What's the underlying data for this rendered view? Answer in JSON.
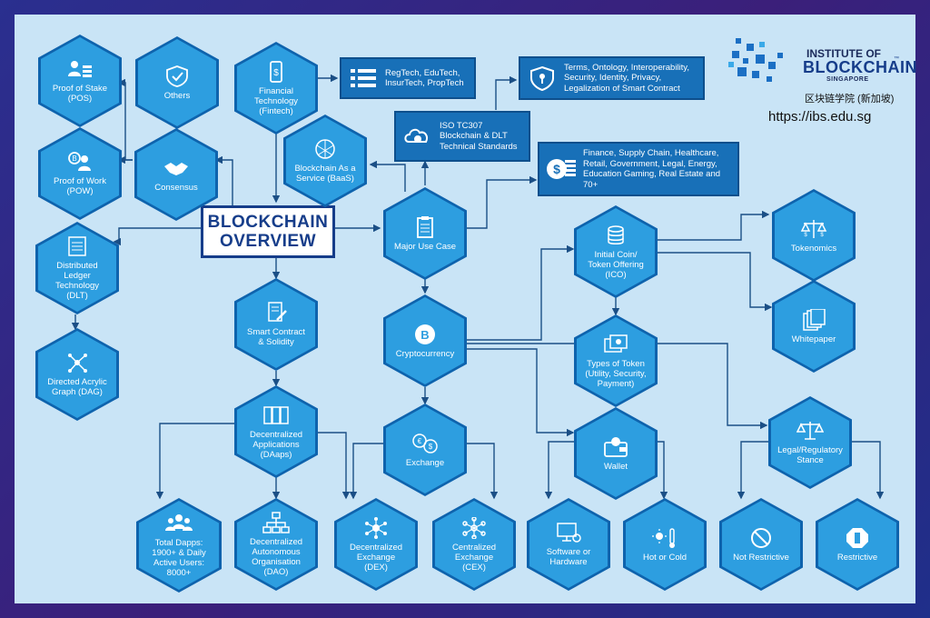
{
  "title": {
    "line1": "BLOCKCHAIN",
    "line2": "OVERVIEW"
  },
  "logo": {
    "line1": "INSTITUTE OF",
    "line2": "BLOCKCHAIN",
    "line3": "SINGAPORE",
    "chinese": "区块链学院 (新加坡)",
    "url": "https://ibs.edu.sg",
    "tm": "™"
  },
  "nodes": {
    "proof_of_stake": "Proof of Stake (POS)",
    "others": "Others",
    "proof_of_work": "Proof of Work (POW)",
    "consensus": "Consensus",
    "fintech": "Financial Technology (Fintech)",
    "baas": "Blockchain As a Service (BaaS)",
    "dlt": "Distributed Ledger Technology (DLT)",
    "dag": "Directed Acrylic Graph (DAG)",
    "smart_contract": "Smart Contract & Solidity",
    "daaps": "Decentralized Applications (DAaps)",
    "total_dapps": "Total Dapps: 1900+ & Daily Active Users: 8000+",
    "dao": "Decentralized Autonomous Organisation (DAO)",
    "major_use_case": "Major Use Case",
    "cryptocurrency": "Cryptocurrency",
    "exchange": "Exchange",
    "dex": "Decentralized Exchange (DEX)",
    "cex": "Centralized Exchange (CEX)",
    "ico": "Initial Coin/ Token Offering (ICO)",
    "tokenomics": "Tokenomics",
    "whitepaper": "Whitepaper",
    "types_of_token": "Types of Token (Utility, Security, Payment)",
    "wallet": "Wallet",
    "software_hardware": "Software or Hardware",
    "hot_cold": "Hot or Cold",
    "legal": "Legal/Regulatory Stance",
    "not_restrictive": "Not Restrictive",
    "restrictive": "Restrictive"
  },
  "boxes": {
    "regtech": "RegTech, EduTech, InsurTech, PropTech",
    "terms": "Terms, Ontology, Interoperability, Security, Identity, Privacy, Legalization of Smart Contract",
    "iso": "ISO TC307 Blockchain & DLT Technical Standards",
    "finance": "Finance, Supply Chain, Healthcare, Retail, Government, Legal, Energy, Education Gaming, Real Estate and 70+"
  },
  "colors": {
    "hex_fill": "#2d9ee0",
    "hex_border": "#0e63ad",
    "box_fill": "#1870b8",
    "background": "#c9e4f6",
    "title_color": "#163d8a"
  }
}
